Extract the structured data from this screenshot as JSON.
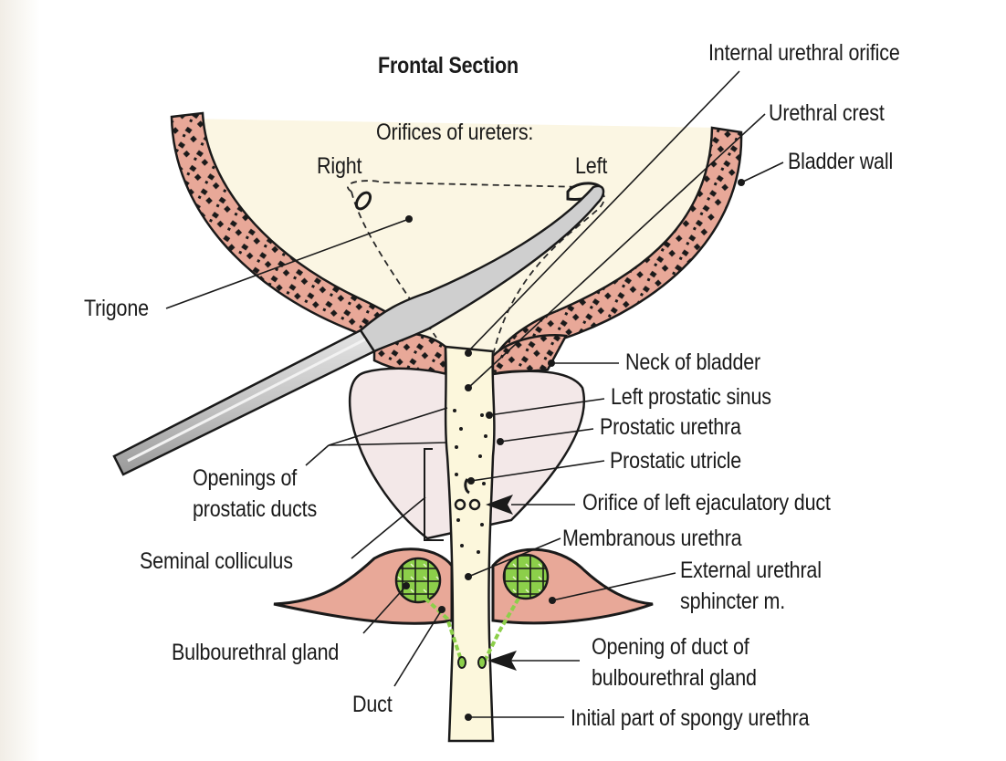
{
  "figure": {
    "title": "Frontal Section",
    "subtitle": "Orifices of ureters:",
    "orifice_sides": {
      "right": "Right",
      "left": "Left"
    },
    "colors": {
      "bladder_lumen": "#fbf6e3",
      "bladder_wall": "#e8a898",
      "prostate": "#f3e8e8",
      "urethra": "#fcf7dc",
      "gland": "#8ccf4a",
      "probe": "#c9c9c9",
      "outline": "#1a1a1a"
    },
    "labels_left": [
      {
        "id": "trigone",
        "text": "Trigone"
      },
      {
        "id": "openings-prostatic-ducts",
        "lines": [
          "Openings of",
          "prostatic ducts"
        ]
      },
      {
        "id": "seminal-colliculus",
        "text": "Seminal colliculus"
      },
      {
        "id": "bulbourethral-gland",
        "text": "Bulbourethral gland"
      },
      {
        "id": "duct",
        "text": "Duct"
      }
    ],
    "labels_right": [
      {
        "id": "internal-urethral-orifice",
        "text": "Internal urethral orifice"
      },
      {
        "id": "urethral-crest",
        "text": "Urethral crest"
      },
      {
        "id": "bladder-wall",
        "text": "Bladder wall"
      },
      {
        "id": "neck-of-bladder",
        "text": "Neck of bladder"
      },
      {
        "id": "left-prostatic-sinus",
        "text": "Left prostatic sinus"
      },
      {
        "id": "prostatic-urethra",
        "text": "Prostatic urethra"
      },
      {
        "id": "prostatic-utricle",
        "text": "Prostatic utricle"
      },
      {
        "id": "orifice-left-ejaculatory-duct",
        "text": "Orifice of left ejaculatory duct"
      },
      {
        "id": "membranous-urethra",
        "text": "Membranous urethra"
      },
      {
        "id": "external-urethral-sphincter",
        "lines": [
          "External urethral",
          "sphincter m."
        ]
      },
      {
        "id": "opening-duct-bulbourethral",
        "lines": [
          "Opening of duct of",
          "bulbourethral gland"
        ]
      },
      {
        "id": "initial-spongy-urethra",
        "text": "Initial part of spongy urethra"
      }
    ]
  }
}
